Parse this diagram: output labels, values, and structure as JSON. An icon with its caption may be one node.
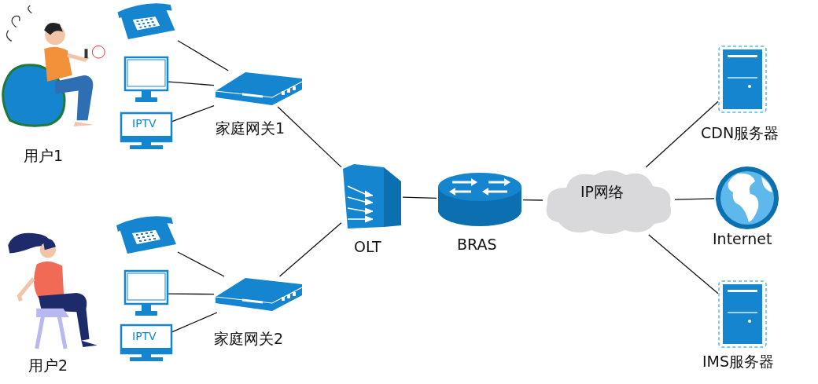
{
  "diagram": {
    "nodes": [
      {
        "text": [
          "用户1"
        ]
      },
      {
        "text": [],
        "shape": "picture"
      },
      {
        "text": [],
        "shape": "picture"
      },
      {
        "text": [
          "IPTV"
        ]
      },
      {
        "text": [
          "家庭网关1"
        ]
      },
      {
        "text": [
          "用户2"
        ]
      },
      {
        "text": [],
        "shape": "picture"
      },
      {
        "text": [],
        "shape": "picture"
      },
      {
        "text": [
          "IPTV"
        ]
      },
      {
        "text": [
          "家庭网关2"
        ]
      },
      {
        "text": [
          "OLT"
        ]
      },
      {
        "text": [
          "BRAS"
        ]
      },
      {
        "text": [
          "IP网络"
        ]
      },
      {
        "text": [
          "CDN服务器"
        ]
      },
      {
        "text": [
          "Internet"
        ]
      },
      {
        "text": [
          "IMS服务器"
        ]
      }
    ],
    "edges": [
      {
        "from": 1,
        "to": 4,
        "arrow": "none"
      },
      {
        "from": 2,
        "to": 4,
        "arrow": "none"
      },
      {
        "from": 3,
        "to": 4,
        "arrow": "none"
      },
      {
        "from": 6,
        "to": 9,
        "arrow": "none"
      },
      {
        "from": 7,
        "to": 9,
        "arrow": "none"
      },
      {
        "from": 8,
        "to": 9,
        "arrow": "none"
      },
      {
        "from": 4,
        "to": 10,
        "arrow": "none"
      },
      {
        "from": 9,
        "to": 10,
        "arrow": "none"
      },
      {
        "from": 10,
        "to": 11,
        "arrow": "none"
      },
      {
        "from": 11,
        "to": 12,
        "arrow": "none"
      },
      {
        "from": 12,
        "to": 13,
        "arrow": "none"
      },
      {
        "from": 12,
        "to": 14,
        "arrow": "none"
      },
      {
        "from": 12,
        "to": 15,
        "arrow": "none"
      }
    ]
  }
}
